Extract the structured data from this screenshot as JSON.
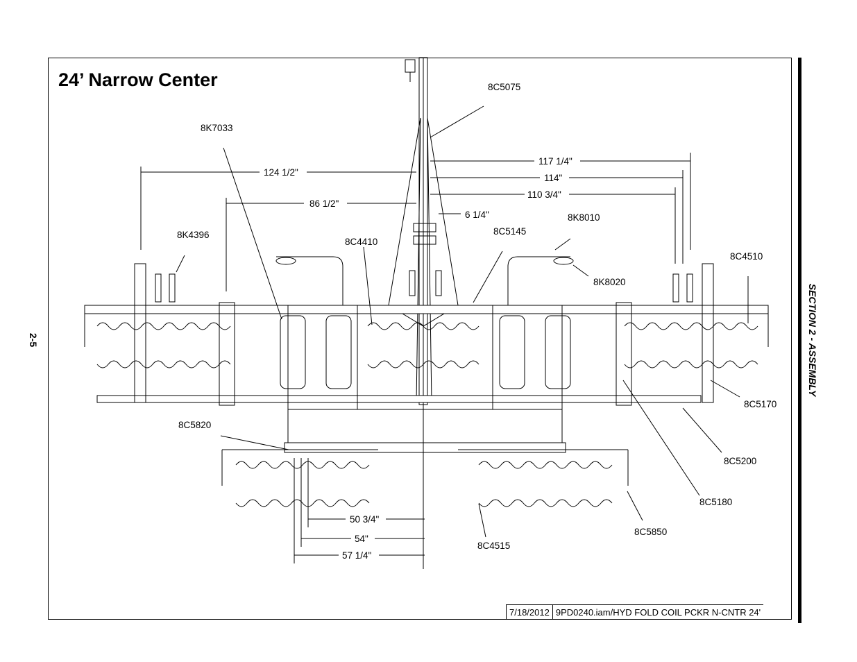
{
  "title": "24’ Narrow Center",
  "side_section": "SECTION 2 - ASSEMBLY",
  "page_number": "2-5",
  "title_block": {
    "date": "7/18/2012",
    "file": "9PD0240.iam/HYD FOLD COIL PCKR N-CNTR 24'"
  },
  "part_labels": {
    "p8C5075": "8C5075",
    "p8K7033": "8K7033",
    "p8K4396": "8K4396",
    "p8C4410": "8C4410",
    "p8C5145": "8C5145",
    "p8K8010": "8K8010",
    "p8K8020": "8K8020",
    "p8C4510": "8C4510",
    "p8C5170": "8C5170",
    "p8C5200": "8C5200",
    "p8C5180": "8C5180",
    "p8C5820": "8C5820",
    "p8C5850": "8C5850",
    "p8C4515": "8C4515"
  },
  "dimensions": {
    "d124_5": "124 1/2\"",
    "d86_5": "86 1/2\"",
    "d117_25": "117 1/4\"",
    "d114": "114\"",
    "d110_75": "110 3/4\"",
    "d6_25": "6 1/4\"",
    "d50_75": "50 3/4\"",
    "d54": "54\"",
    "d57_25": "57 1/4\""
  }
}
